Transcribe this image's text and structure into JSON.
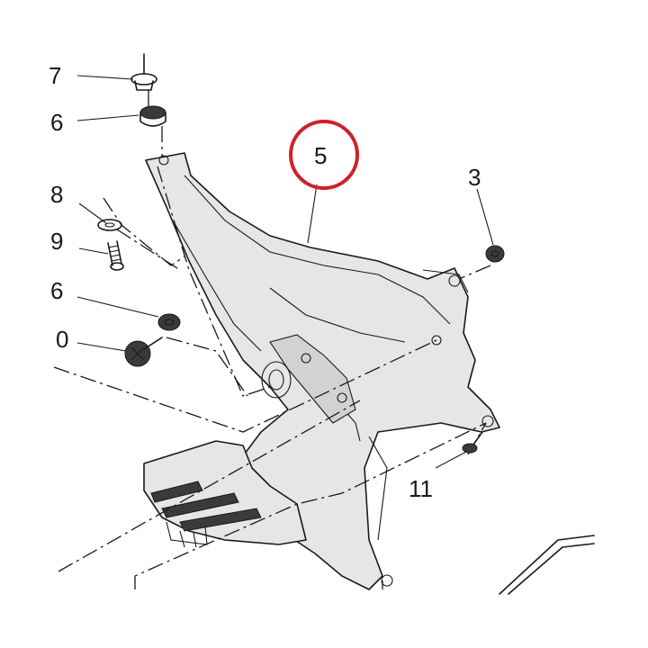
{
  "diagram": {
    "callouts": [
      {
        "id": "7",
        "text": "7"
      },
      {
        "id": "6a",
        "text": "6"
      },
      {
        "id": "5",
        "text": "5",
        "highlighted": true
      },
      {
        "id": "8",
        "text": "8"
      },
      {
        "id": "3",
        "text": "3"
      },
      {
        "id": "9",
        "text": "9"
      },
      {
        "id": "6b",
        "text": "6"
      },
      {
        "id": "10",
        "text": "0"
      },
      {
        "id": "11",
        "text": "11"
      }
    ],
    "highlight_color": "#d0202a",
    "line_color": "#1a1a1a"
  }
}
